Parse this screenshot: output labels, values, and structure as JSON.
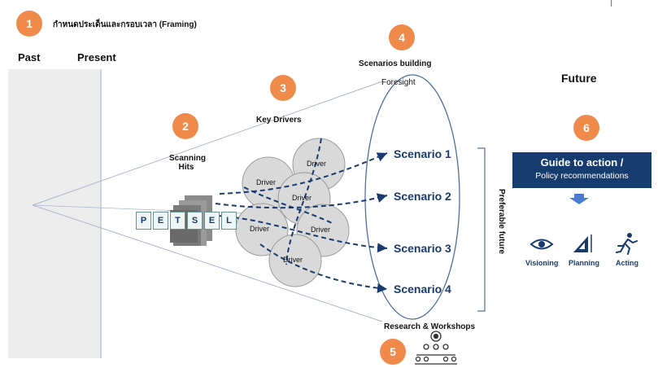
{
  "header": {
    "framing_num": "1",
    "framing_label": "กำหนดประเด็นและกรอบเวลา (Framing)"
  },
  "timeline": {
    "past": "Past",
    "present": "Present",
    "future": "Future"
  },
  "steps": {
    "scanning": {
      "num": "2",
      "label_1": "Scanning",
      "label_2": "Hits"
    },
    "drivers": {
      "num": "3",
      "label": "Key Drivers"
    },
    "scenarios": {
      "num": "4",
      "label": "Scenarios building",
      "sub": "Foresight"
    },
    "research": {
      "num": "5",
      "label": "Research & Workshops"
    },
    "guide": {
      "num": "6",
      "line1": "Guide to action /",
      "line2": "Policy recommendations"
    }
  },
  "petsel": [
    "P",
    "E",
    "T",
    "S",
    "E",
    "L"
  ],
  "driver_label": "Driver",
  "scenario_list": [
    "Scenario 1",
    "Scenario 2",
    "Scenario 3",
    "Scenario 4"
  ],
  "preferable": "Preferable future",
  "actions": [
    "Visioning",
    "Planning",
    "Acting"
  ],
  "colors": {
    "orange": "#f08a4b",
    "navy": "#163b6e",
    "scenario": "#1a3a6e",
    "driver_fill": "#d9d9d9"
  },
  "icons": [
    "eye-icon",
    "triangle-ruler-icon",
    "running-person-icon",
    "arrow-down-icon",
    "meeting-icon"
  ]
}
